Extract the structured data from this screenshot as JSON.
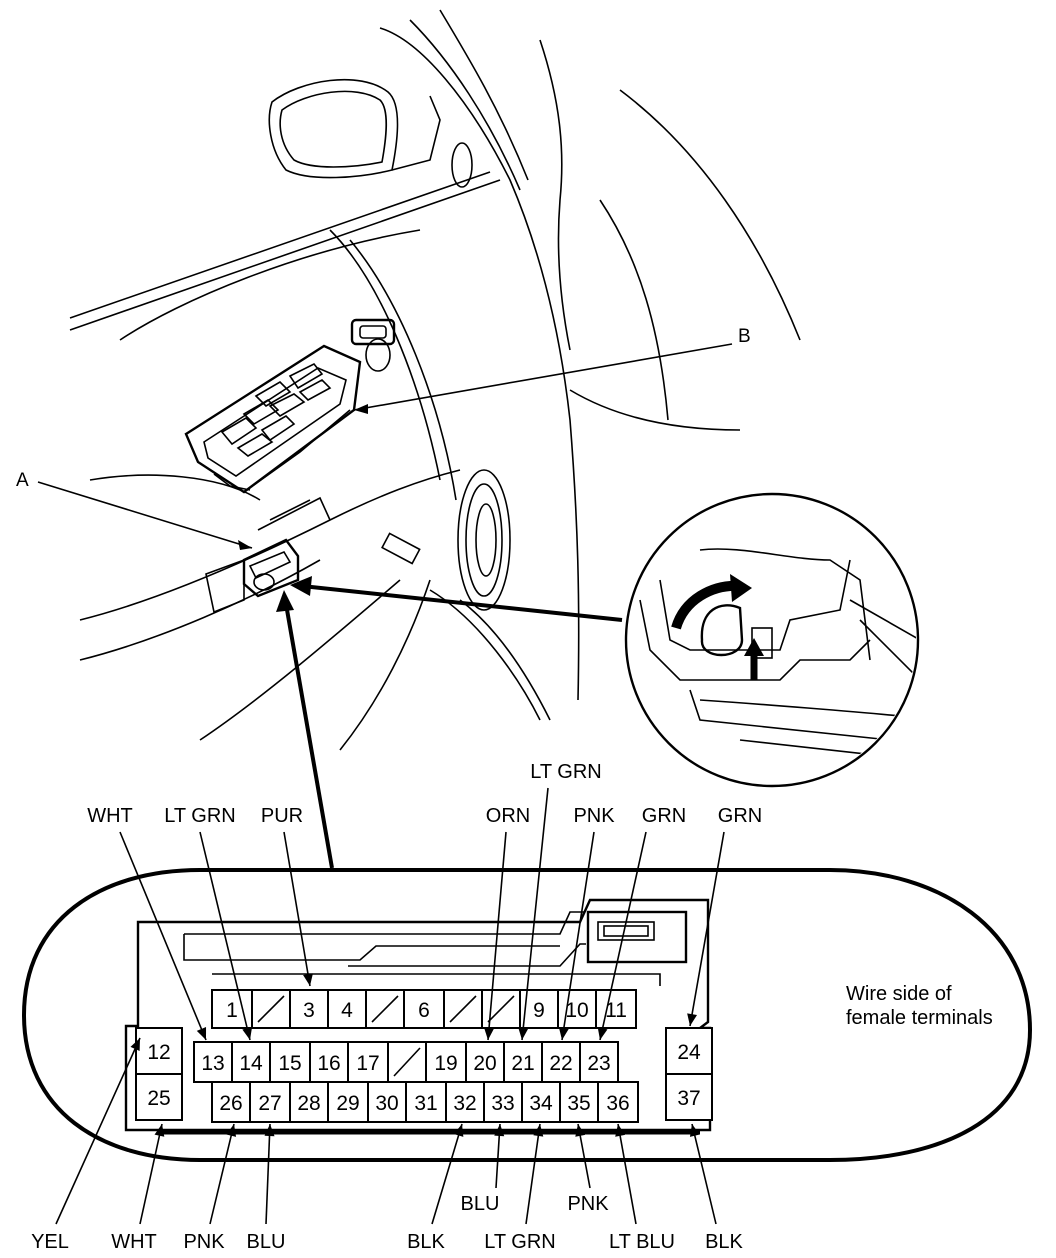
{
  "callouts": {
    "a": "A",
    "b": "B"
  },
  "note": {
    "line1": "Wire side of",
    "line2": "female terminals"
  },
  "top_wire_labels": [
    {
      "id": "wht-13",
      "text": "WHT"
    },
    {
      "id": "ltgrn-14",
      "text": "LT GRN"
    },
    {
      "id": "pur-3",
      "text": "PUR"
    },
    {
      "id": "ltgrn-21",
      "text": "LT GRN"
    },
    {
      "id": "orn-20",
      "text": "ORN"
    },
    {
      "id": "pnk-22",
      "text": "PNK"
    },
    {
      "id": "grn-23",
      "text": "GRN"
    },
    {
      "id": "grn-24",
      "text": "GRN"
    }
  ],
  "bottom_wire_labels": [
    {
      "id": "yel-12",
      "text": "YEL"
    },
    {
      "id": "wht-25",
      "text": "WHT"
    },
    {
      "id": "pnk-26",
      "text": "PNK"
    },
    {
      "id": "blu-27",
      "text": "BLU"
    },
    {
      "id": "blk-32",
      "text": "BLK"
    },
    {
      "id": "blu-33",
      "text": "BLU"
    },
    {
      "id": "ltgrn-34",
      "text": "LT GRN"
    },
    {
      "id": "pnk-35",
      "text": "PNK"
    },
    {
      "id": "ltblu-36",
      "text": "LT BLU"
    },
    {
      "id": "blk-37",
      "text": "BLK"
    }
  ],
  "pins": {
    "row1": [
      "1",
      "",
      "3",
      "4",
      "",
      "6",
      "",
      "",
      "9",
      "10",
      "11"
    ],
    "row2": [
      "12",
      "13",
      "14",
      "15",
      "16",
      "17",
      "",
      "19",
      "20",
      "21",
      "22",
      "23",
      "24"
    ],
    "row3": [
      "25",
      "26",
      "27",
      "28",
      "29",
      "30",
      "31",
      "32",
      "33",
      "34",
      "35",
      "36",
      "37"
    ]
  }
}
